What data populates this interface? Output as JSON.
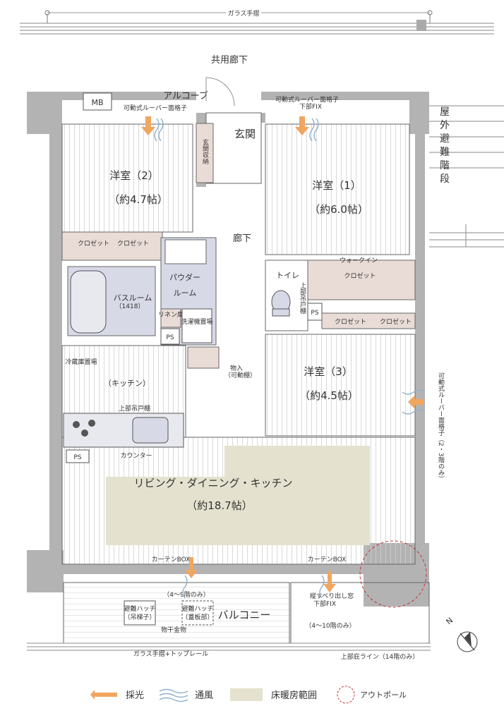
{
  "top_railing": "ガラス手摺",
  "common_corridor": "共用廊下",
  "mb": "MB",
  "alcove": "アルコーブ",
  "louver_left": "可動式ルーバー面格子",
  "louver_right_1": "可動式ルーバー面格子",
  "louver_right_2": "下部FIX",
  "genkan": "玄関",
  "genkan_storage": "玄関収納",
  "escape_stairs": [
    "屋",
    "外",
    "避",
    "難",
    "階",
    "段"
  ],
  "room2_name": "洋室（2）",
  "room2_size": "（約4.7帖）",
  "room1_name": "洋室（1）",
  "room1_size": "（約6.0帖）",
  "closet": "クロゼット",
  "walkin": "ウォークイン",
  "hallway": "廊下",
  "powder_room_1": "パウダー",
  "powder_room_2": "ルーム",
  "toilet": "トイレ",
  "upper_shelf_toilet": "上部吊戸棚",
  "bathroom": "バスルーム",
  "bath_size": "（1418）",
  "linen": "リネン庫",
  "washer": "洗濯機置場",
  "ps": "PS",
  "storage": "物入",
  "storage_sub": "（可動棚）",
  "fridge": "冷蔵庫置場",
  "kitchen": "（キッチン）",
  "upper_shelf_kitchen": "上部吊戸棚",
  "counter": "カウンター",
  "room3_name": "洋室（3）",
  "room3_size": "（約4.5帖）",
  "louver_side": "可動式ルーバー面格子（2・3階のみ）",
  "ldk_name": "リビング・ダイニング・キッチン",
  "ldk_size": "（約18.7帖）",
  "curtain_box": "カーテンBOX",
  "floors_4_9": "（4〜9階のみ）",
  "hatch_1": "避難ハッチ（吊梯子）",
  "hatch_1a": "避難ハッチ",
  "hatch_1b": "（吊梯子）",
  "hatch_2a": "避難ハッチ",
  "hatch_2b": "（蓋板部）",
  "balcony": "バルコニー",
  "drying_hardware": "物干金物",
  "sliding_window_1": "縦すべり出し窓",
  "sliding_window_2": "下部FIX",
  "floors_4_10": "（4〜10階のみ）",
  "railing_bottom": "ガラス手摺+トップレール",
  "eaves_line": "上部庇ライン（14階のみ）",
  "north": "N",
  "legend": {
    "light": "採光",
    "wind": "通風",
    "floor_heat": "床暖房範囲",
    "outpole": "アウトポール"
  },
  "colors": {
    "light": "#f0a660",
    "wind": "#8fb0cc",
    "floor_heat": "#e4e2cf",
    "outpole": "#c8333a",
    "wall": "#b3b3b3",
    "wet": "#d7d9e6",
    "closet": "#e9dcd6"
  }
}
